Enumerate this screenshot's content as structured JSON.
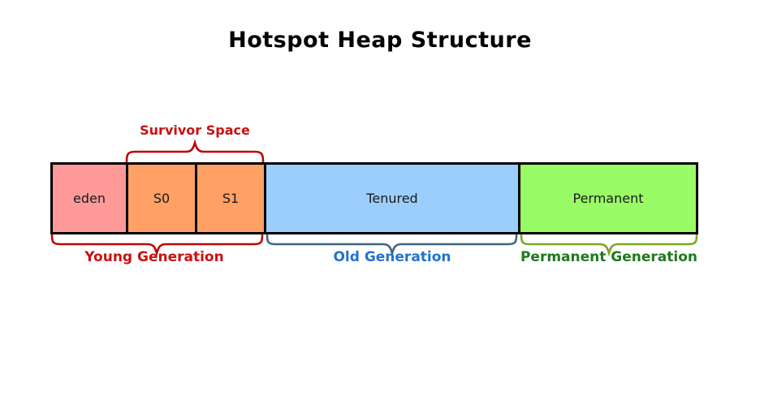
{
  "title": "Hotspot Heap Structure",
  "heap_bar": {
    "border_color": "#000000",
    "segments": [
      {
        "name": "eden",
        "label": "eden",
        "fill": "#FF9A9A"
      },
      {
        "name": "s0",
        "label": "S0",
        "fill": "#FFA064"
      },
      {
        "name": "s1",
        "label": "S1",
        "fill": "#FFA064"
      },
      {
        "name": "tenured",
        "label": "Tenured",
        "fill": "#9CCEFC"
      },
      {
        "name": "permanent",
        "label": "Permanent",
        "fill": "#99FB66"
      }
    ]
  },
  "annotations": {
    "survivor_space": {
      "label": "Survivor Space",
      "text_color": "#CC1010",
      "brace_color": "#C00000"
    },
    "young_generation": {
      "label": "Young Generation",
      "text_color": "#CC1010",
      "brace_color": "#C00000"
    },
    "old_generation": {
      "label": "Old Generation",
      "text_color": "#2273D0",
      "brace_color": "#41647E"
    },
    "permanent_generation": {
      "label": "Permanent Generation",
      "text_color": "#1E7A1E",
      "brace_color": "#7CA51F"
    }
  }
}
